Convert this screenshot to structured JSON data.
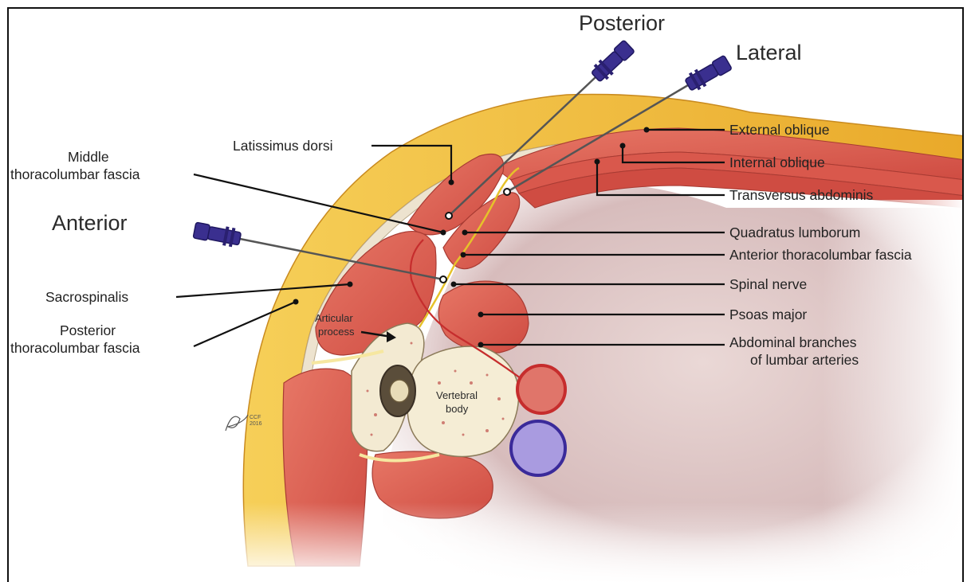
{
  "directions": {
    "posterior": "Posterior",
    "lateral": "Lateral",
    "anterior": "Anterior"
  },
  "labels_right": {
    "external_oblique": "External oblique",
    "internal_oblique": "Internal oblique",
    "transversus_abdominis": "Transversus abdominis",
    "quadratus_lumborum": "Quadratus lumborum",
    "anterior_tlf": "Anterior thoracolumbar fascia",
    "spinal_nerve": "Spinal nerve",
    "psoas_major": "Psoas major",
    "lumbar_arteries_1": "Abdominal branches",
    "lumbar_arteries_2": "of lumbar arteries"
  },
  "labels_left": {
    "latissimus": "Latissimus dorsi",
    "middle_tlf_1": "Middle",
    "middle_tlf_2": "thoracolumbar fascia",
    "sacrospinalis": "Sacrospinalis",
    "posterior_tlf_1": "Posterior",
    "posterior_tlf_2": "thoracolumbar fascia"
  },
  "labels_inner": {
    "articular_1": "Articular",
    "articular_2": "process",
    "vertebral_1": "Vertebral",
    "vertebral_2": "body"
  },
  "signature": {
    "mark": "CCF",
    "year": "2016"
  },
  "colors": {
    "muscle": "#d9534a",
    "fat": "#f0b93c",
    "fascia": "#e8e0d0",
    "bone": "#f3ead2",
    "needle_hub": "#3a2f8f",
    "artery": "#cc2b2b",
    "vein": "#3a2a9a",
    "cavity": "#d9c2c2"
  }
}
